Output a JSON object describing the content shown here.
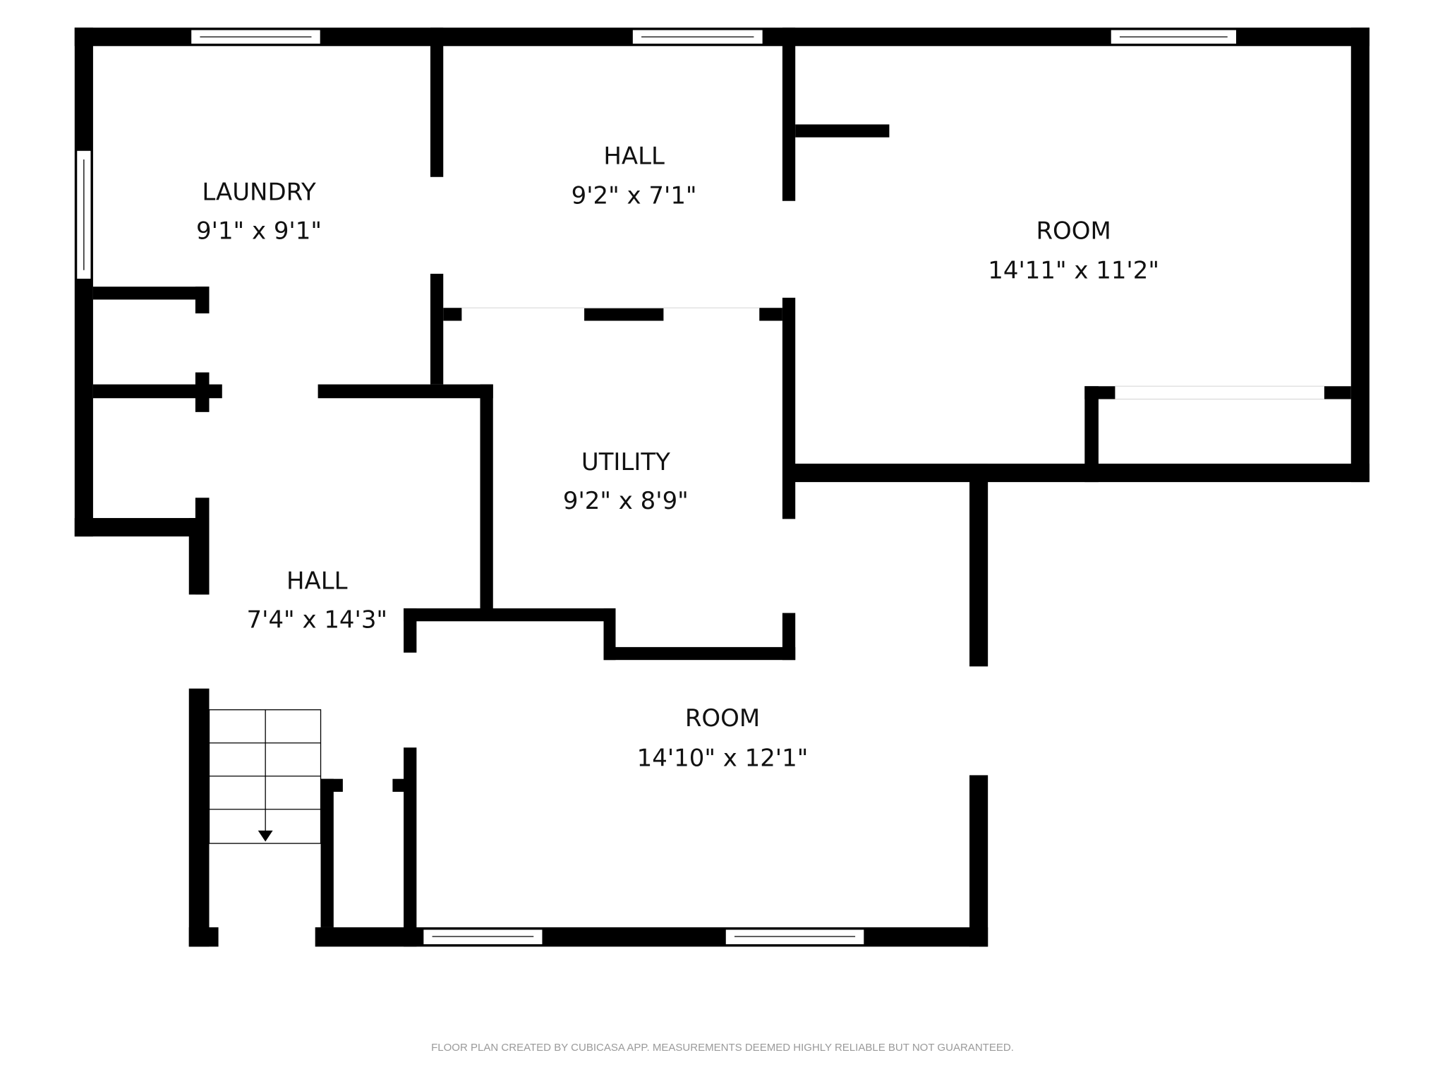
{
  "rooms": [
    {
      "name": "LAUNDRY",
      "size": "9'1\" x 9'1\""
    },
    {
      "name": "HALL",
      "size": "9'2\" x 7'1\""
    },
    {
      "name": "ROOM",
      "size": "14'11\" x 11'2\""
    },
    {
      "name": "UTILITY",
      "size": "9'2\" x 8'9\""
    },
    {
      "name": "HALL",
      "size": "7'4\" x 14'3\""
    },
    {
      "name": "ROOM",
      "size": "14'10\" x 12'1\""
    }
  ],
  "footer": "FLOOR PLAN CREATED BY CUBICASA APP. MEASUREMENTS DEEMED HIGHLY RELIABLE BUT NOT GUARANTEED."
}
